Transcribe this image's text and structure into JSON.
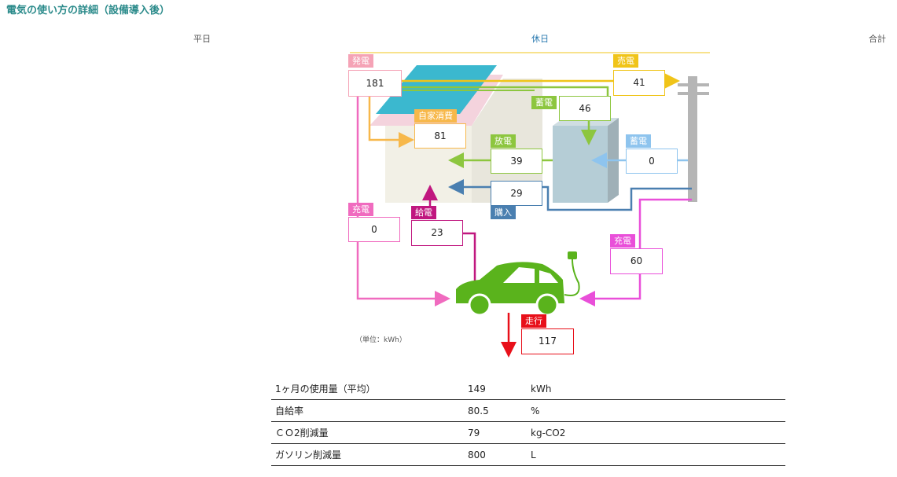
{
  "page": {
    "title": "電気の使い方の詳細（設備導入後）"
  },
  "tabs": {
    "weekday": "平日",
    "holiday": "休日",
    "total": "合計"
  },
  "flows": {
    "generation": {
      "label": "発電",
      "value": "181"
    },
    "sell": {
      "label": "売電",
      "value": "41"
    },
    "charge_storage": {
      "label": "蓄電",
      "value": "46"
    },
    "self_consumption": {
      "label": "自家消費",
      "value": "81"
    },
    "discharge": {
      "label": "放電",
      "value": "39"
    },
    "grid_storage": {
      "label": "蓄電",
      "value": "0"
    },
    "purchase": {
      "label": "購入",
      "value": "29"
    },
    "ev_charge_solar": {
      "label": "充電",
      "value": "0"
    },
    "ev_supply": {
      "label": "給電",
      "value": "23"
    },
    "ev_charge_grid": {
      "label": "充電",
      "value": "60"
    },
    "driving": {
      "label": "走行",
      "value": "117"
    }
  },
  "unit_note": "（単位：kWh）",
  "summary": {
    "rows": [
      {
        "label": "1ヶ月の使用量（平均）",
        "value": "149",
        "unit": "kWh"
      },
      {
        "label": "自給率",
        "value": "80.5",
        "unit": "%"
      },
      {
        "label": "ＣＯ2削減量",
        "value": "79",
        "unit": "kg-CO2"
      },
      {
        "label": "ガソリン削減量",
        "value": "800",
        "unit": "L"
      }
    ]
  },
  "colors": {
    "generation": "#f5a3b6",
    "sell": "#f0c419",
    "storage": "#8dc63f",
    "self_consumption": "#f7b84b",
    "grid_storage": "#8ec4ee",
    "purchase": "#4a7fb0",
    "ev_charge_solar": "#f06bbf",
    "ev_supply": "#c0177f",
    "ev_charge_grid": "#e94fd9",
    "driving": "#e8101a",
    "car": "#5ab31c",
    "panel": "#3bb8cf",
    "title": "#2a8a8a"
  }
}
